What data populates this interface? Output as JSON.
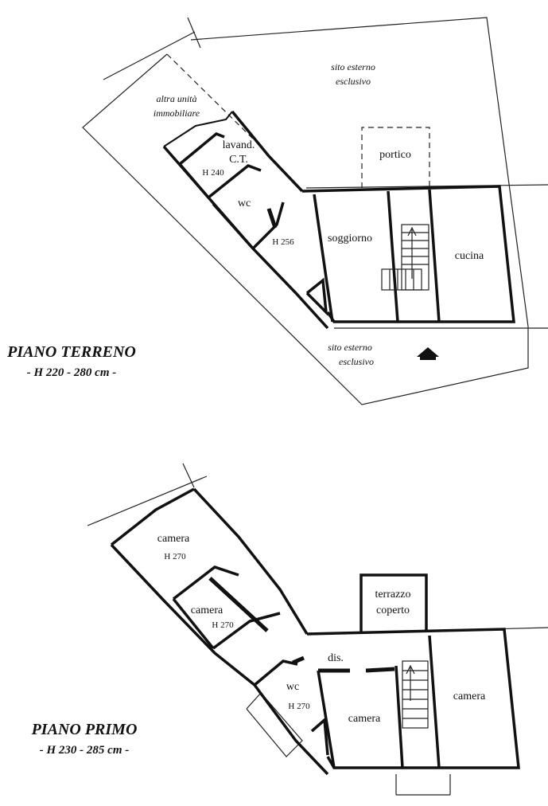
{
  "ground_floor": {
    "title": "PIANO TERRENO",
    "heights": "- H 220 - 280 cm -",
    "labels": {
      "outside_north_1": "sito esterno",
      "outside_north_2": "esclusivo",
      "other_unit_1": "altra unità",
      "other_unit_2": "immobiliare",
      "laundry": "lavand.",
      "boiler": "C.T.",
      "laundry_height": "H 240",
      "portico": "portico",
      "wc": "wc",
      "hall_height": "H 256",
      "living": "soggiorno",
      "kitchen": "cucina",
      "outside_south_1": "sito esterno",
      "outside_south_2": "esclusivo"
    }
  },
  "first_floor": {
    "title": "PIANO PRIMO",
    "heights": "- H 230 - 285 cm -",
    "labels": {
      "bedroom_top": "camera",
      "bedroom_top_height": "H 270",
      "bedroom_mid": "camera",
      "bedroom_mid_height": "H 270",
      "terrace_1": "terrazzo",
      "terrace_2": "coperto",
      "landing": "dis.",
      "wc": "wc",
      "wc_height": "H 270",
      "bedroom_front": "camera",
      "bedroom_right": "camera"
    }
  }
}
